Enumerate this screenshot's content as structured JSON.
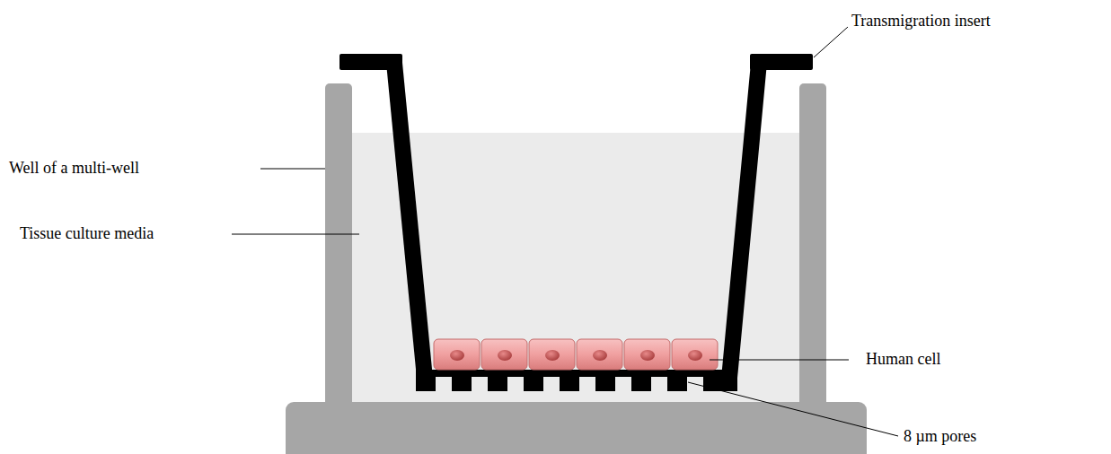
{
  "diagram": {
    "labels": [
      "Transmigration insert",
      "Well of a multi-well",
      "Tissue culture media",
      "Human cell",
      "8 µm pores"
    ]
  }
}
